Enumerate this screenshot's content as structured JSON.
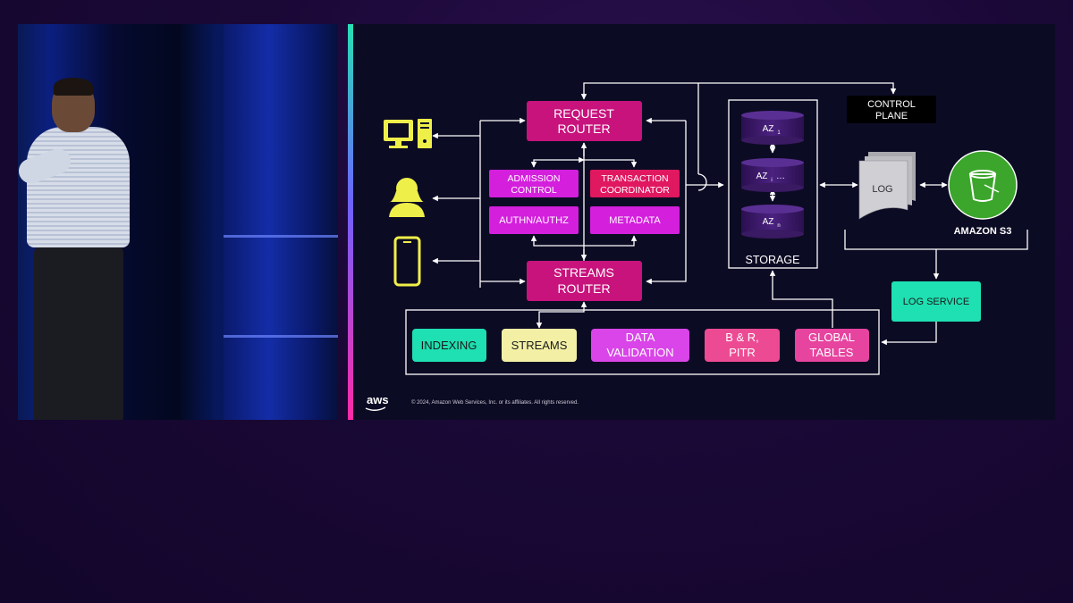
{
  "diagram": {
    "nodes": {
      "request_router": [
        "REQUEST",
        "ROUTER"
      ],
      "streams_router": [
        "STREAMS",
        "ROUTER"
      ],
      "admission_control": [
        "ADMISSION",
        "CONTROL"
      ],
      "transaction_coordinator": [
        "TRANSACTION",
        "COORDINATOR"
      ],
      "authn_authz": "AUTHN/AUTHZ",
      "metadata": "METADATA",
      "storage": "STORAGE",
      "az1": {
        "base": "AZ",
        "sub": "1"
      },
      "azi": {
        "base": "AZ",
        "sub": "i",
        "suffix": " …"
      },
      "azn": {
        "base": "AZ",
        "sub": "n"
      },
      "control_plane": [
        "CONTROL",
        "PLANE"
      ],
      "log": "LOG",
      "amazon_s3": "AMAZON S3",
      "log_service": "LOG SERVICE",
      "indexing": "INDEXING",
      "streams": "STREAMS",
      "data_validation": [
        "DATA",
        "VALIDATION"
      ],
      "b_r_pitr": [
        "B & R,",
        "PITR"
      ],
      "global_tables": [
        "GLOBAL",
        "TABLES"
      ]
    },
    "clients": [
      "desktop-computer-icon",
      "person-icon",
      "mobile-phone-icon"
    ]
  },
  "footer": {
    "logo_text": "aws",
    "copyright": "© 2024, Amazon Web Services, Inc. or its affiliates. All rights reserved."
  },
  "colors": {
    "router": "#c8137d",
    "magenta_box": "#d41fdd",
    "red_box": "#e0185f",
    "teal": "#1ee0b2",
    "yellow": "#f3f0a6",
    "pink_light": "#e6449f",
    "pink_box": "#ec4b93",
    "green_s3": "#3ba62b",
    "client_icon": "#efef4a",
    "cylinder": "#3a1a62"
  }
}
